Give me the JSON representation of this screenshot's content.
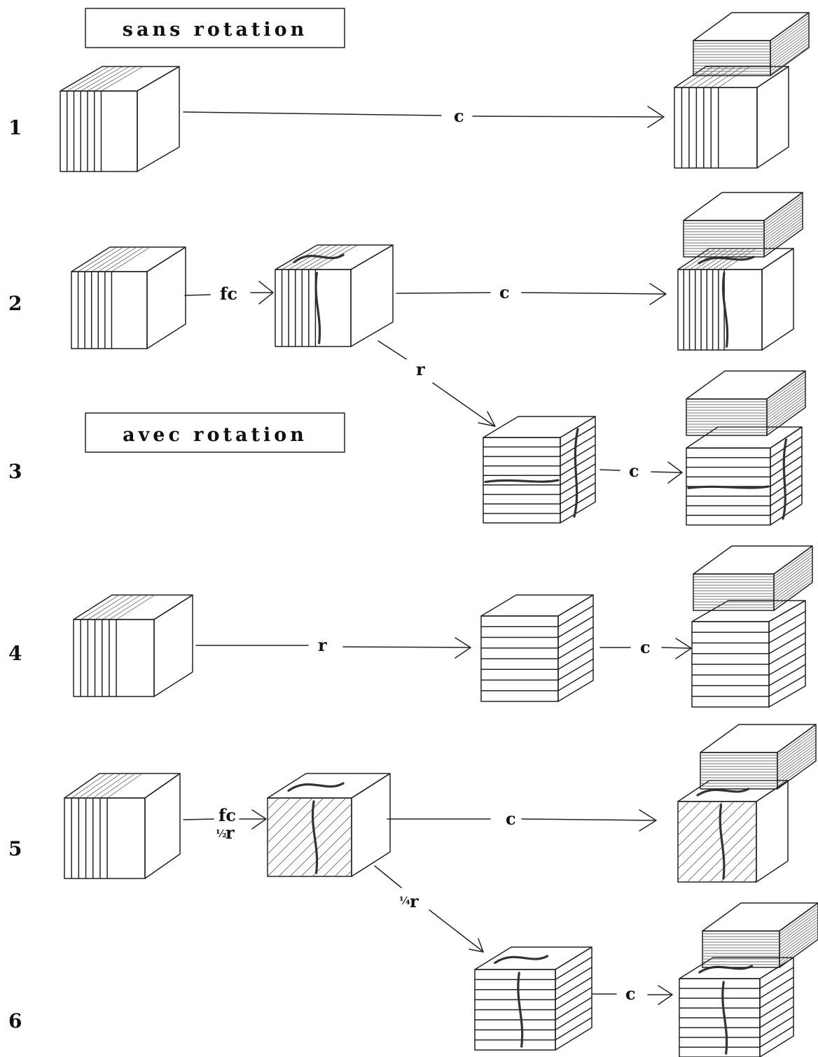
{
  "titles": {
    "without_rotation": "sans rotation",
    "with_rotation": "avec rotation"
  },
  "rows": [
    {
      "number": "1"
    },
    {
      "number": "2"
    },
    {
      "number": "3"
    },
    {
      "number": "4"
    },
    {
      "number": "5"
    },
    {
      "number": "6"
    }
  ],
  "arrows": {
    "row1_c": "c",
    "row2_fc": "fc",
    "row2_c": "c",
    "row2_r": "r",
    "row3_c": "c",
    "row4_r": "r",
    "row4_c": "c",
    "row5_fc": "fc",
    "row5_half": "½",
    "row5_r": "r",
    "row5_c": "c",
    "row5_quarter": "¼",
    "row5_qr": "r",
    "row6_c": "c"
  }
}
